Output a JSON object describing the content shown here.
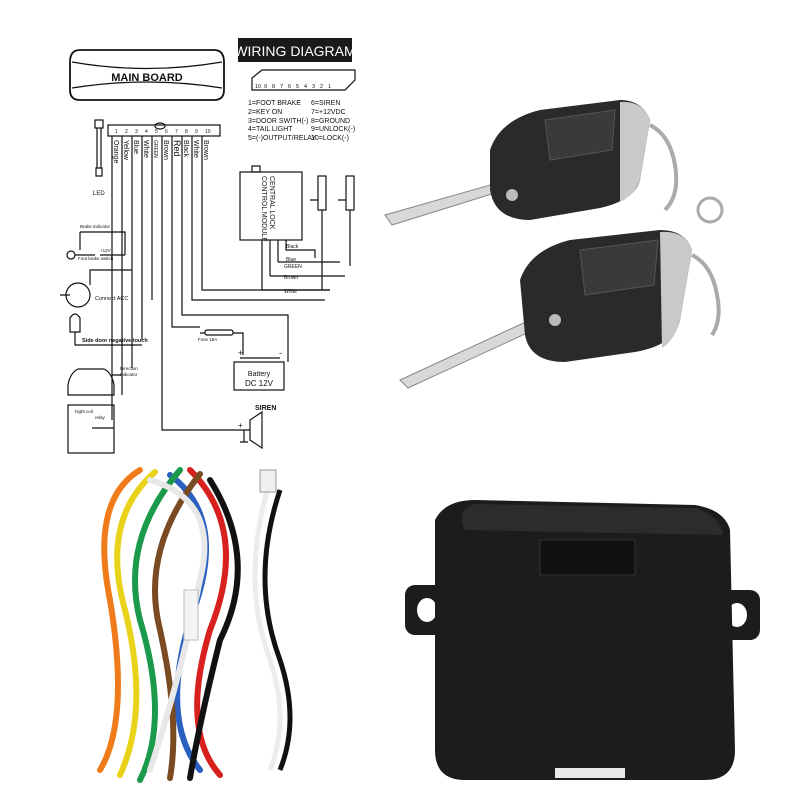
{
  "diagram": {
    "main_board": "MAIN BOARD",
    "title": "WIRING DIAGRAM",
    "connector_numbers": [
      "10",
      "9",
      "8",
      "7",
      "6",
      "5",
      "4",
      "3",
      "2",
      "1"
    ],
    "legend_left": [
      "1=FOOT BRAKE",
      "2=KEY ON",
      "3=DOOR SWITH(-)",
      "4=TAIL LIGHT",
      "5=(-)OUTPUT/RELAY"
    ],
    "legend_right": [
      "6=SIREN",
      "7=+12VDC",
      "8=GROUND",
      "9=UNLOCK(-)",
      "10=LOCK(-)"
    ],
    "pins": [
      "1",
      "2",
      "3",
      "4",
      "5",
      "6",
      "7",
      "8",
      "9",
      "10"
    ],
    "wire_colors": [
      "Orange",
      "Yellow",
      "Blue",
      "White",
      "GREEN",
      "Brown",
      "Red",
      "Black",
      "White",
      "Brown"
    ],
    "led": "LED",
    "module": [
      "CENTRAL LOCK",
      "CONTROL MODULE"
    ],
    "module_wires": [
      "Black",
      "Blue",
      "GREEN",
      "Brown",
      "White"
    ],
    "brake_indicator": "Brake indicator",
    "plus12v": "+12V",
    "foot_brake_switch": "Foot brake switch",
    "connect_acc": "Connect ACC",
    "side_door": "Side door negative touch",
    "direction_indicator": [
      "Direction",
      "Indicator"
    ],
    "fuse": "Fuse 15A",
    "battery": [
      "Battery",
      "DC 12V"
    ],
    "battery_plus": "+",
    "battery_minus": "-",
    "siren": "SIREN",
    "siren_plus": "+",
    "relay": [
      "hight coil",
      "relay"
    ]
  },
  "colors": {
    "diagram_ink": "#111111",
    "fob_body": "#2a2a2c",
    "fob_chrome": "#c9c9cc",
    "module_box": "#1c1c1c"
  },
  "products": {
    "fob_count": 2,
    "harness_wire_colors": [
      "#f07b1a",
      "#e8d21a",
      "#2a5fc0",
      "#f2f2f2",
      "#1a9a4a",
      "#7a4a22",
      "#d8201e",
      "#111111",
      "#ffffff",
      "#8a5a2a"
    ]
  }
}
